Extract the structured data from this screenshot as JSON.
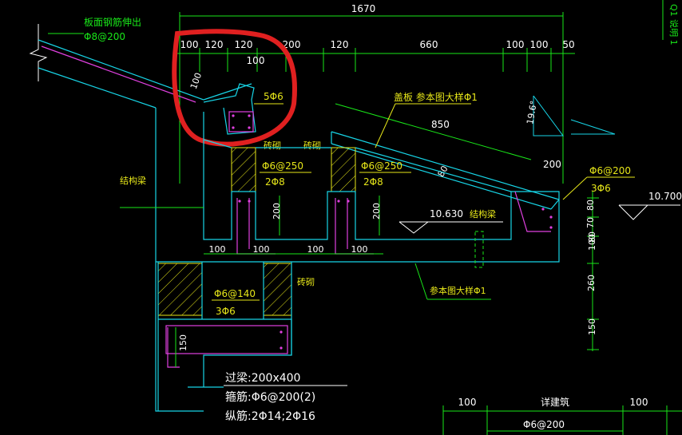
{
  "colors": {
    "background": "#000000",
    "structure": "#17d4e6",
    "dimension": "#19e619",
    "rebar": "#e040e0",
    "label": "#ffffff",
    "annotation": "#e6e619",
    "highlight": "#e02020"
  },
  "top_dims": {
    "overall": "1670",
    "segments": [
      "100",
      "120",
      "120",
      "100",
      "200",
      "120",
      "660",
      "100",
      "100",
      "50"
    ]
  },
  "labels": {
    "slab_rebar_title": "板面钢筋伸出",
    "slab_rebar_spec": "Φ8@200",
    "dim_100_slope": "100",
    "dim_100_small": "100",
    "bar_5phi6": "5Φ6",
    "cover_plate": "盖板 参本图大样Φ1",
    "dim_850": "850",
    "dim_80": "80",
    "dim_200_right": "200",
    "angle": "19.6°",
    "brick_1": "砖砌",
    "brick_2": "砖砌",
    "brick_3": "砖砌",
    "struct_beam_left": "结构梁",
    "struct_beam_mid": "结构梁",
    "stirrup_a": "Φ6@250",
    "bars_a": "2Φ8",
    "stirrup_b": "Φ6@250",
    "bars_b": "2Φ8",
    "stirrup_c": "Φ6@200",
    "bars_c": "3Φ6",
    "elev_1": "10.700",
    "elev_2": "10.630",
    "h200_a": "200",
    "h200_b": "200",
    "w100_a": "100",
    "w100_b": "100",
    "w100_c": "100",
    "w100_d": "100",
    "right_dims": [
      "80",
      "70",
      "80",
      "100",
      "260",
      "150"
    ],
    "ref_detail": "参本图大样Φ1",
    "stirrup_d": "Φ6@140",
    "bars_d": "3Φ6",
    "dim_150_left": "150",
    "lintel": "过梁:200x400",
    "stirrup_spec": "箍筋:Φ6@200(2)",
    "long_bar_spec": "纵筋:2Φ14;2Φ16",
    "bottom_note": "详建筑",
    "bottom_dim_left": "100",
    "bottom_dim_right": "100",
    "bottom_stirrup": "Φ6@200",
    "edge_text": "Q1 说明 1"
  }
}
